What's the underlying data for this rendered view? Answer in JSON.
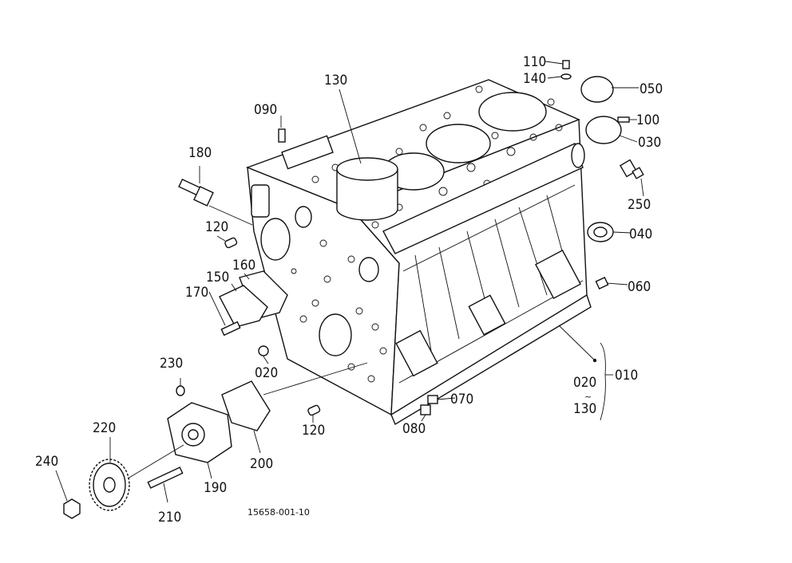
{
  "diagram": {
    "drawing_number": "15658-001-10",
    "callouts": [
      {
        "id": "110",
        "text": "110"
      },
      {
        "id": "140",
        "text": "140"
      },
      {
        "id": "050",
        "text": "050"
      },
      {
        "id": "100",
        "text": "100"
      },
      {
        "id": "030",
        "text": "030"
      },
      {
        "id": "250",
        "text": "250"
      },
      {
        "id": "040",
        "text": "040"
      },
      {
        "id": "060",
        "text": "060"
      },
      {
        "id": "010",
        "text": "010"
      },
      {
        "id": "020b",
        "text": "020"
      },
      {
        "id": "130b",
        "text": "130"
      },
      {
        "id": "070",
        "text": "070"
      },
      {
        "id": "080",
        "text": "080"
      },
      {
        "id": "130",
        "text": "130"
      },
      {
        "id": "090",
        "text": "090"
      },
      {
        "id": "180",
        "text": "180"
      },
      {
        "id": "120a",
        "text": "120"
      },
      {
        "id": "160",
        "text": "160"
      },
      {
        "id": "150",
        "text": "150"
      },
      {
        "id": "170",
        "text": "170"
      },
      {
        "id": "020a",
        "text": "020"
      },
      {
        "id": "230",
        "text": "230"
      },
      {
        "id": "120b",
        "text": "120"
      },
      {
        "id": "220",
        "text": "220"
      },
      {
        "id": "240",
        "text": "240"
      },
      {
        "id": "200",
        "text": "200"
      },
      {
        "id": "190",
        "text": "190"
      },
      {
        "id": "210",
        "text": "210"
      }
    ]
  }
}
